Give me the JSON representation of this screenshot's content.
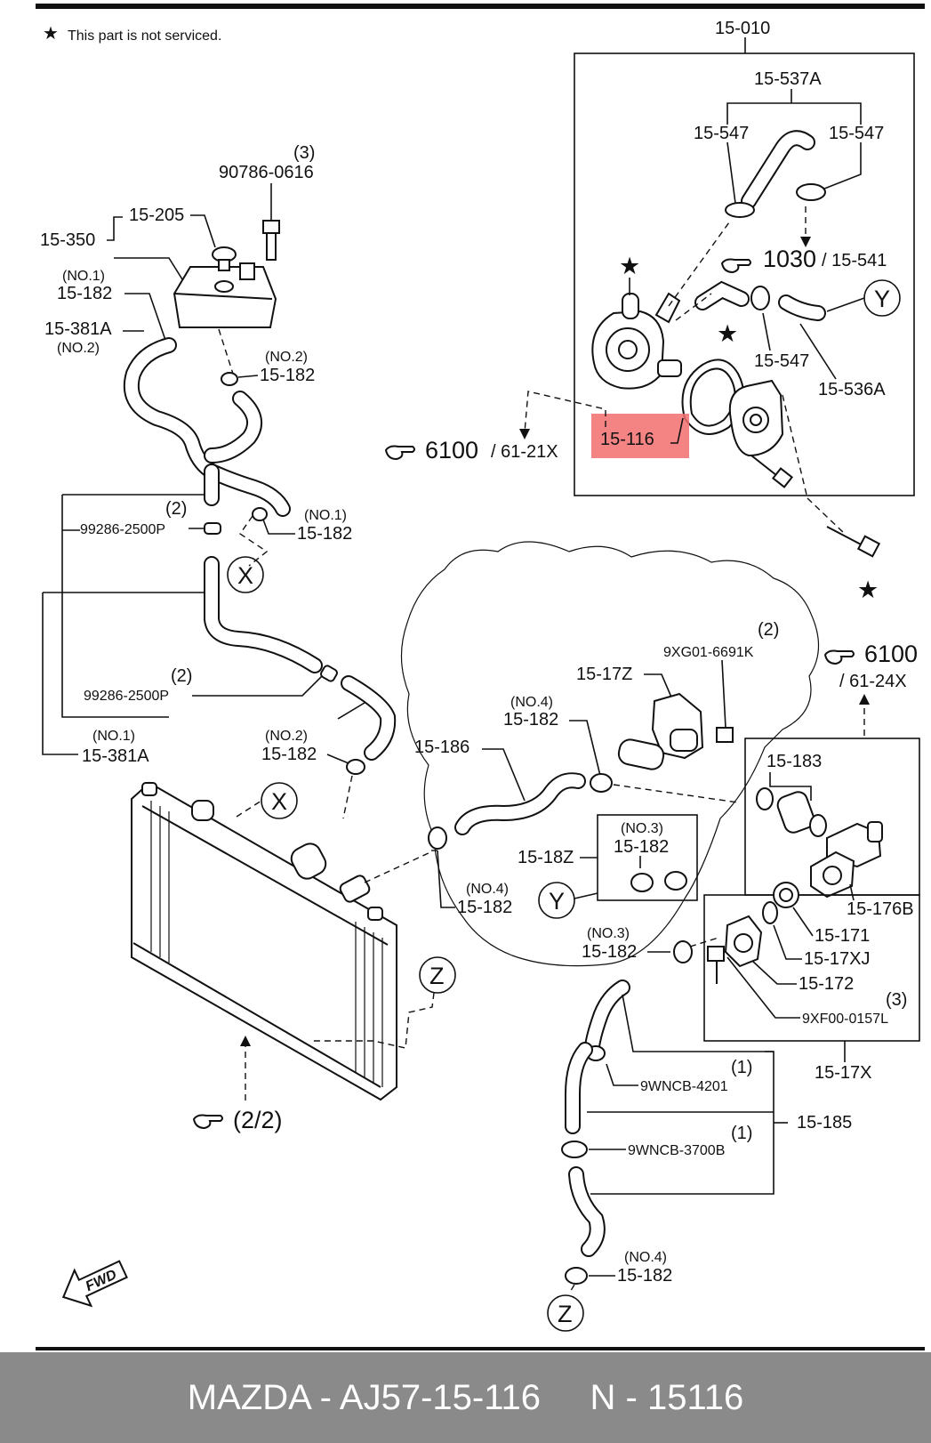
{
  "note": {
    "star": "★",
    "text": "This part is not serviced."
  },
  "footer": {
    "text": "MAZDA - AJ57-15-116     N - 15116"
  },
  "highlight": {
    "label": "15-116",
    "color": "#f26f6f"
  },
  "icons": {
    "pointer": "pointing-hand-icon",
    "star": "star-icon",
    "fwd": "fwd-arrow-icon"
  },
  "labels": {
    "l_15010": "15-010",
    "l_15537a": "15-537A",
    "l_15547a": "15-547",
    "l_15547b": "15-547",
    "l_1030": "1030",
    "l_15541": "/ 15-541",
    "l_15547c": "15-547",
    "l_15536a": "15-536A",
    "l_6100a": "6100",
    "l_6121x": "/ 61-21X",
    "l_90786_qty": "(3)",
    "l_90786": "90786-0616",
    "l_15205": "15-205",
    "l_15350": "15-350",
    "l_no1a": "(NO.1)",
    "l_15182a": "15-182",
    "l_15381a_top": "15-381A",
    "l_no2a": "(NO.2)",
    "l_no2b": "(NO.2)",
    "l_15182b": "15-182",
    "l_99286_qty1": "(2)",
    "l_99286a": "99286-2500P",
    "l_no1b": "(NO.1)",
    "l_15182c": "15-182",
    "l_99286_qty2": "(2)",
    "l_99286b": "99286-2500P",
    "l_no1c": "(NO.1)",
    "l_15381a_bot": "15-381A",
    "l_no2c": "(NO.2)",
    "l_15182d": "15-182",
    "l_9xg01_qty": "(2)",
    "l_9xg01": "9XG01-6691K",
    "l_1517z": "15-17Z",
    "l_no4a": "(NO.4)",
    "l_15182e": "15-182",
    "l_6100b": "6100",
    "l_6124x": "/ 61-24X",
    "l_15186": "15-186",
    "l_15183": "15-183",
    "l_no3a": "(NO.3)",
    "l_15182f": "15-182",
    "l_1518z": "15-18Z",
    "l_no4b": "(NO.4)",
    "l_15182g": "15-182",
    "l_15176b": "15-176B",
    "l_15171": "15-171",
    "l_1517xj": "15-17XJ",
    "l_no3b": "(NO.3)",
    "l_15182h": "15-182",
    "l_15172": "15-172",
    "l_9xf00_qty": "(3)",
    "l_9xf00": "9XF00-0157L",
    "l_1517x": "15-17X",
    "l_22": "(2/2)",
    "l_9wncb4201_qty": "(1)",
    "l_9wncb4201": "9WNCB-4201",
    "l_15185": "15-185",
    "l_9wncb3700_qty": "(1)",
    "l_9wncb3700": "9WNCB-3700B",
    "l_no4c": "(NO.4)",
    "l_15182i": "15-182",
    "fwd": "FWD"
  },
  "callouts": {
    "x1": "X",
    "x2": "X",
    "y1": "Y",
    "y2": "Y",
    "z1": "Z",
    "z2": "Z"
  }
}
